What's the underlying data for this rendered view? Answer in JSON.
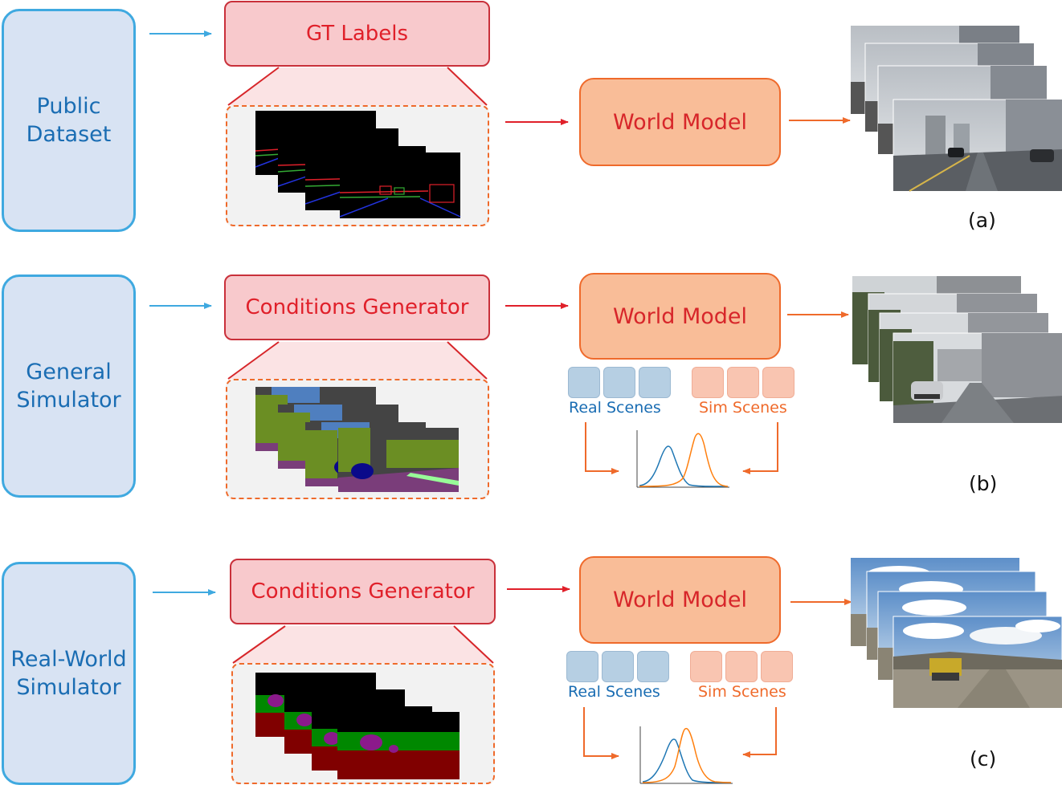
{
  "rows": [
    {
      "source": [
        "Public",
        "Dataset"
      ],
      "generator": "GT Labels",
      "world_model": "World Model",
      "caption": "(a)"
    },
    {
      "source": [
        "General",
        "Simulator"
      ],
      "generator": "Conditions Generator",
      "world_model": "World Model",
      "real_label": "Real Scenes",
      "sim_label": "Sim Scenes",
      "caption": "(b)"
    },
    {
      "source": [
        "Real-World",
        "Simulator"
      ],
      "generator": "Conditions Generator",
      "world_model": "World Model",
      "real_label": "Real Scenes",
      "sim_label": "Sim Scenes",
      "caption": "(c)"
    }
  ],
  "colors": {
    "source_fill": "#d8e3f3",
    "source_border": "#3fa9e0",
    "generator_fill": "#f8c9cc",
    "generator_border": "#c9303a",
    "world_model_fill": "#f9bd98",
    "world_model_border": "#ef6a2b",
    "real_curve": "#1f77b4",
    "sim_curve": "#ff7f0e"
  }
}
